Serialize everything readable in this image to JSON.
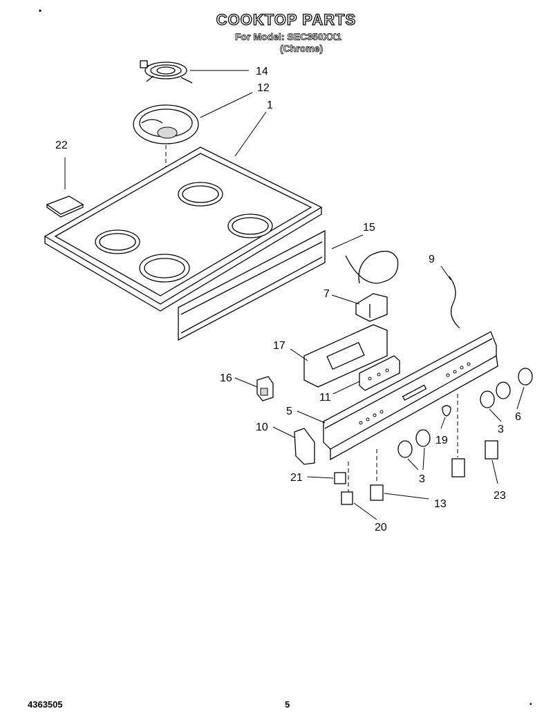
{
  "header": {
    "title": "COOKTOP PARTS",
    "model_line": "For Model: SEC350XX1",
    "finish_line": "(Chrome)",
    "corner_mark": "▪"
  },
  "callouts": [
    "14",
    "12",
    "1",
    "22",
    "15",
    "9",
    "7",
    "17",
    "16",
    "11",
    "5",
    "10",
    "19",
    "3",
    "6",
    "21",
    "13",
    "23",
    "20"
  ],
  "footer": {
    "doc_number": "4363505",
    "page_number": "5",
    "corner_mark": "▪"
  }
}
